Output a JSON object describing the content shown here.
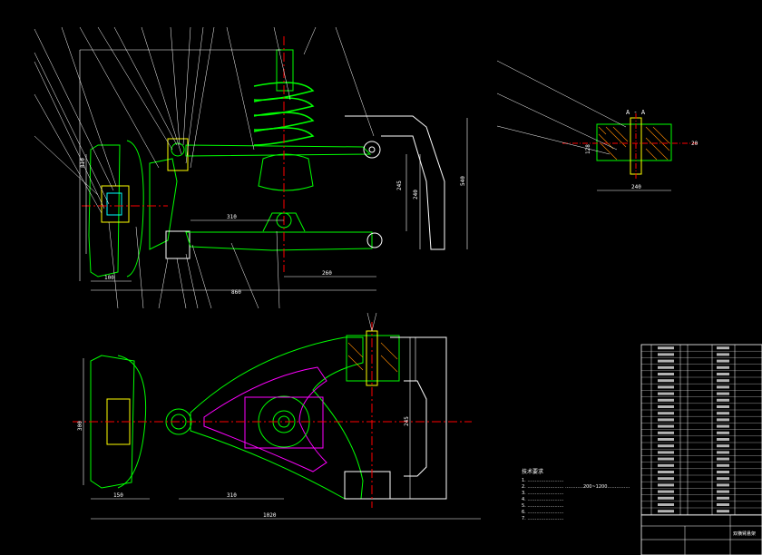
{
  "drawing": {
    "section_label": "A - A",
    "dimensions": {
      "d_540": "540",
      "d_810": "810",
      "d_100": "100",
      "d_860": "860",
      "d_260": "260",
      "d_310": "310",
      "d_245": "245",
      "d_240": "240",
      "d_150": "150",
      "d_1020": "1020",
      "d_300": "300",
      "d_section_240": "240",
      "d_section_20": "20",
      "d_section_128": "128"
    },
    "notes_title": "技术要求",
    "notes": [
      "1. ……………………",
      "2. ……………………  …………200~1200……………",
      "3. ……………………",
      "4. ……………………",
      "5. ……………………",
      "6. ……………………",
      "7. ……………………"
    ],
    "title_block": {
      "name": "双横臂悬架"
    }
  },
  "colors": {
    "outline": "#00ff00",
    "body": "#ffffff",
    "magenta": "#ff00ff",
    "center": "#ff0000",
    "hatch": "#ff8c00",
    "leader": "#ffffff",
    "dim": "#ffffff",
    "cyan": "#00ffff",
    "yellow": "#ffff00"
  }
}
